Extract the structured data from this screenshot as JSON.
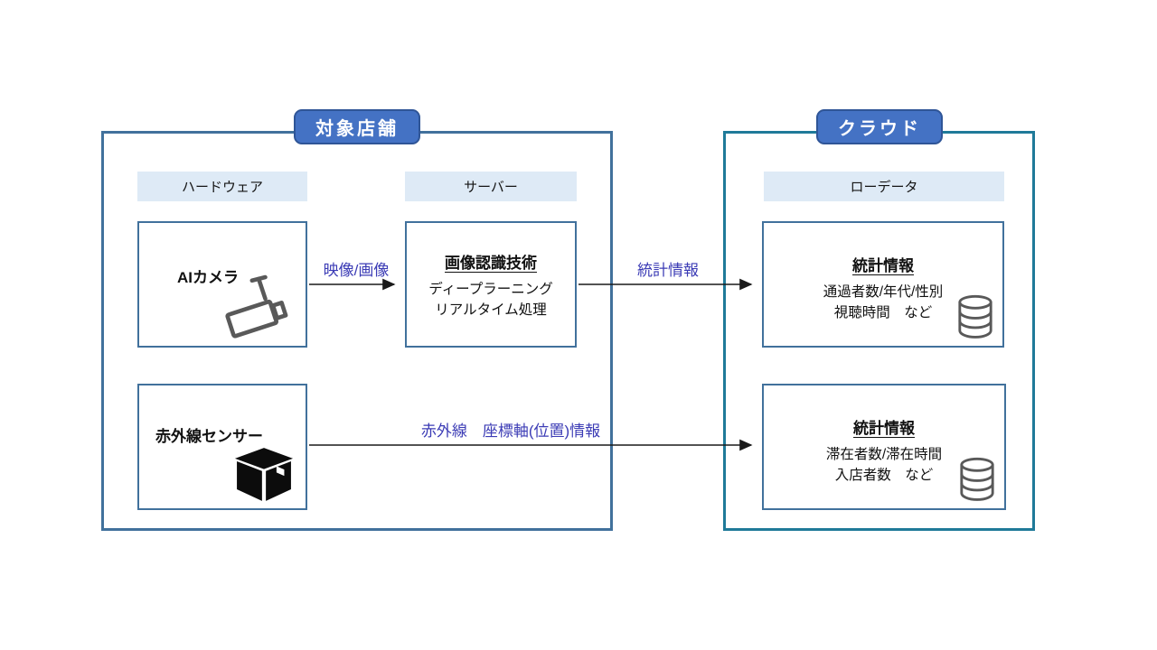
{
  "diagram": {
    "store_group": {
      "title": "対象店舗",
      "headers": {
        "hardware": "ハードウェア",
        "server": "サーバー"
      },
      "nodes": {
        "ai_camera": {
          "label": "AIカメラ",
          "icon": "cctv-camera-icon"
        },
        "image_recognition": {
          "title": "画像認識技術",
          "lines": [
            "ディープラーニング",
            "リアルタイム処理"
          ]
        },
        "infrared_sensor": {
          "label": "赤外線センサー",
          "icon": "package-box-icon"
        }
      }
    },
    "cloud_group": {
      "title": "クラウド",
      "headers": {
        "raw_data": "ローデータ"
      },
      "nodes": {
        "stats_top": {
          "title": "統計情報",
          "lines": [
            "通過者数/年代/性別",
            "視聴時間　など"
          ],
          "icon": "database-icon"
        },
        "stats_bottom": {
          "title": "統計情報",
          "lines": [
            "滞在者数/滞在時間",
            "入店者数　など"
          ],
          "icon": "database-icon"
        }
      }
    },
    "arrows": [
      {
        "label": "映像/画像",
        "from": "ai_camera",
        "to": "image_recognition"
      },
      {
        "label": "統計情報",
        "from": "image_recognition",
        "to": "stats_top"
      },
      {
        "label": "赤外線　座標軸(位置)情報",
        "from": "infrared_sensor",
        "to": "stats_bottom"
      }
    ],
    "colors": {
      "badge_fill": "#4472C4",
      "badge_border": "#2F5597",
      "store_border": "#41719C",
      "cloud_border": "#1F7A99",
      "node_border": "#41719C",
      "header_fill": "#DEEAF6",
      "arrow_label": "#3B3BB5",
      "icon_gray": "#595959"
    }
  }
}
